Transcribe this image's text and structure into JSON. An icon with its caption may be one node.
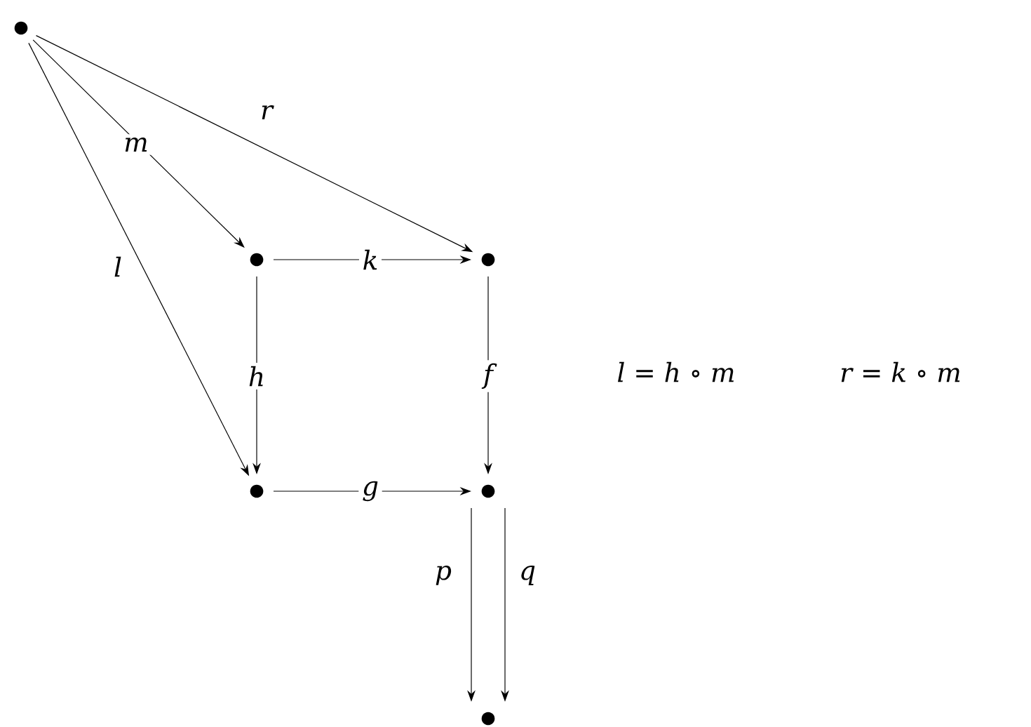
{
  "diagram": {
    "nodes": [
      {
        "text": [],
        "shape": "circle"
      },
      {
        "text": [],
        "shape": "circle"
      },
      {
        "text": [],
        "shape": "circle"
      },
      {
        "text": [],
        "shape": "circle"
      },
      {
        "text": [],
        "shape": "circle"
      },
      {
        "text": [],
        "shape": "circle"
      }
    ],
    "edges": [
      {
        "from": 0,
        "to": 1,
        "arrow": "to",
        "label": "m"
      },
      {
        "from": 0,
        "to": 2,
        "arrow": "to",
        "label": "r"
      },
      {
        "from": 0,
        "to": 3,
        "arrow": "to",
        "label": "l"
      },
      {
        "from": 1,
        "to": 2,
        "arrow": "to",
        "label": "k"
      },
      {
        "from": 1,
        "to": 3,
        "arrow": "to",
        "label": "h"
      },
      {
        "from": 2,
        "to": 4,
        "arrow": "to",
        "label": "f"
      },
      {
        "from": 3,
        "to": 4,
        "arrow": "to",
        "label": "g"
      },
      {
        "from": 4,
        "to": 5,
        "arrow": "to",
        "label": "p"
      },
      {
        "from": 4,
        "to": 5,
        "arrow": "to",
        "label": "q"
      }
    ],
    "labels": [
      "l = h ∘ m",
      "r = k ∘ m"
    ]
  }
}
